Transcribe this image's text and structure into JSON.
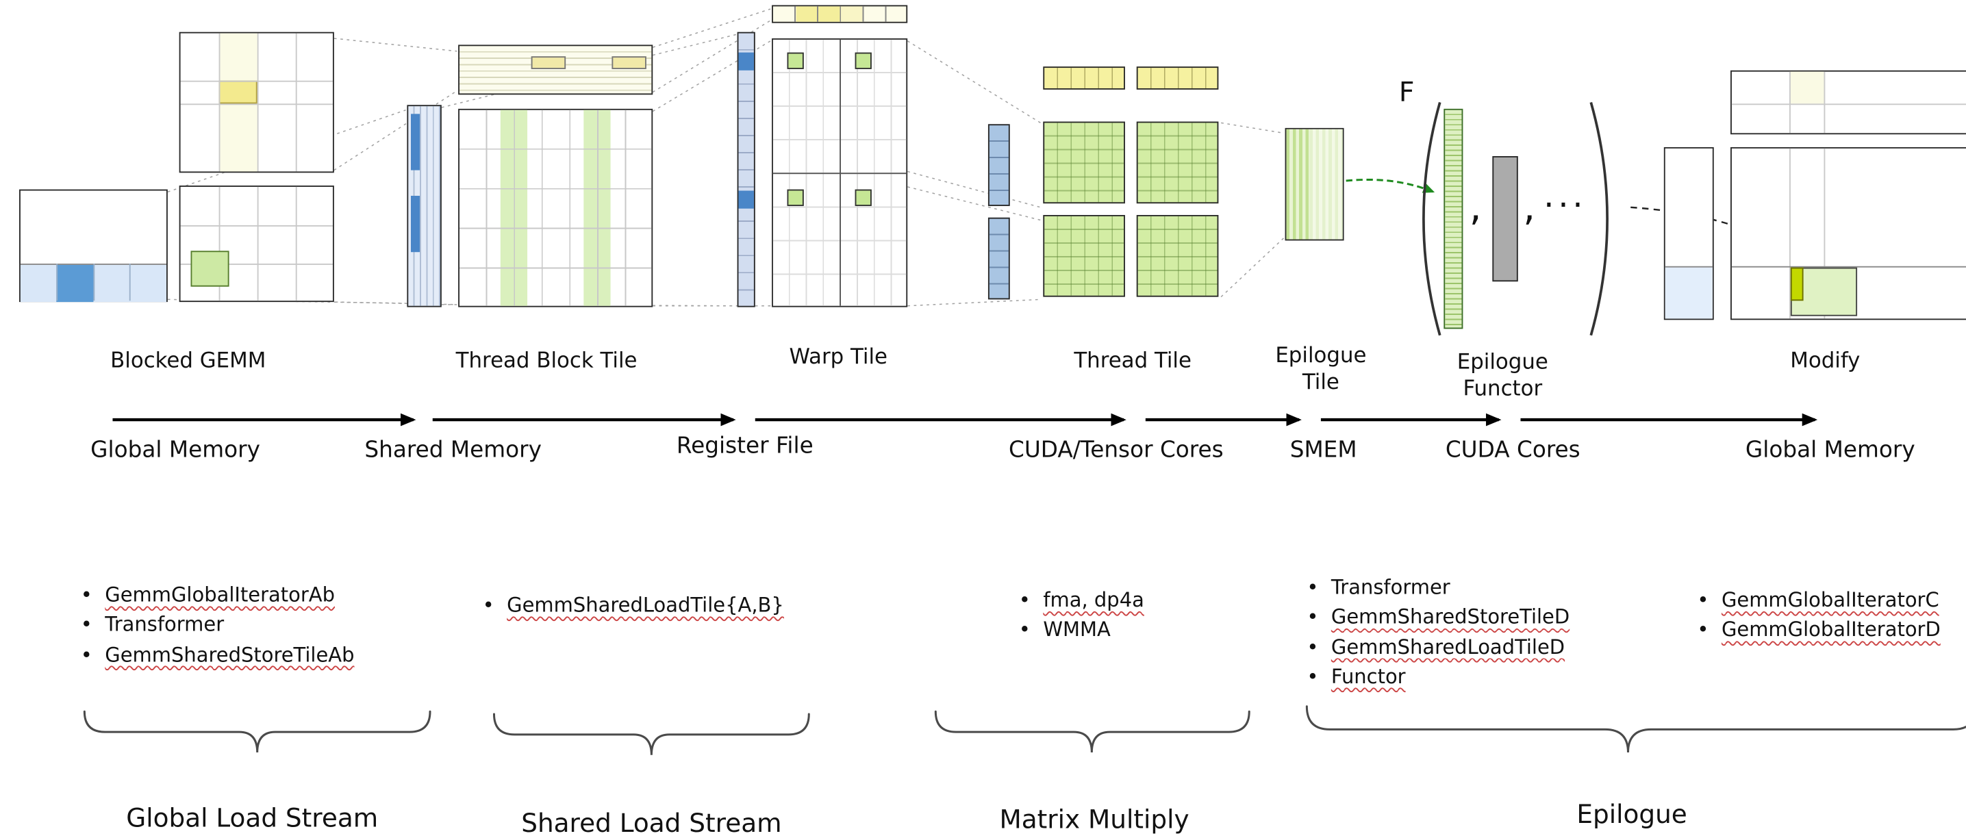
{
  "tiles": {
    "blocked_gemm": "Blocked GEMM",
    "thread_block_tile": "Thread Block Tile",
    "warp_tile": "Warp Tile",
    "thread_tile": "Thread Tile",
    "epilogue_tile_line1": "Epilogue",
    "epilogue_tile_line2": "Tile",
    "epilogue_functor_line1": "Epilogue",
    "epilogue_functor_line2": "Functor",
    "modify": "Modify"
  },
  "functor": {
    "f": "F",
    "comma": ",",
    "ellipsis": "···"
  },
  "memory": {
    "labels": [
      "Global Memory",
      "Shared Memory",
      "Register File",
      "CUDA/Tensor Cores",
      "SMEM",
      "CUDA Cores",
      "Global Memory"
    ]
  },
  "lists": {
    "global_load": [
      "GemmGlobalIteratorAb",
      "Transformer",
      "GemmSharedStoreTileAb"
    ],
    "shared_load": [
      "GemmSharedLoadTile{A,B}"
    ],
    "matrix_multiply": [
      "fma, dp4a",
      "WMMA"
    ],
    "epilogue_pipeline": [
      "Transformer",
      "GemmSharedStoreTileD",
      "GemmSharedLoadTileD",
      "Functor"
    ],
    "epilogue_global": [
      "GemmGlobalIteratorC",
      "GemmGlobalIteratorD"
    ]
  },
  "streams": [
    "Global Load Stream",
    "Shared Load Stream",
    "Matrix Multiply",
    "Epilogue"
  ],
  "colors": {
    "highlight_yellow": "#f3ea8e",
    "pale_yellow": "#fbfbe6",
    "highlight_green": "#cde9a4",
    "light_green": "#daf0bd",
    "highlight_blue": "#5b9bd5",
    "light_blue": "#d9e7f8",
    "gray_operand": "#ababab",
    "chartreuse": "#c3d800",
    "green_arrow": "#1e8a1e",
    "squiggle_red": "#cc4444"
  }
}
